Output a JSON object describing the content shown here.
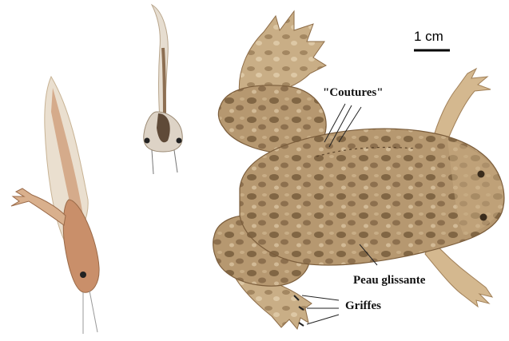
{
  "labels": {
    "scale_bar": "1 cm",
    "coutures": "\"Coutures\"",
    "peau": "Peau glissante",
    "griffes": "Griffes"
  },
  "colors": {
    "background": "#ffffff",
    "skin_light": "#d9c3a0",
    "skin_mid": "#a7875e",
    "skin_dark": "#6f5535",
    "tadpole_body": "#c98f6a",
    "tadpole_fin": "#eadfcf",
    "line": "#222222"
  }
}
